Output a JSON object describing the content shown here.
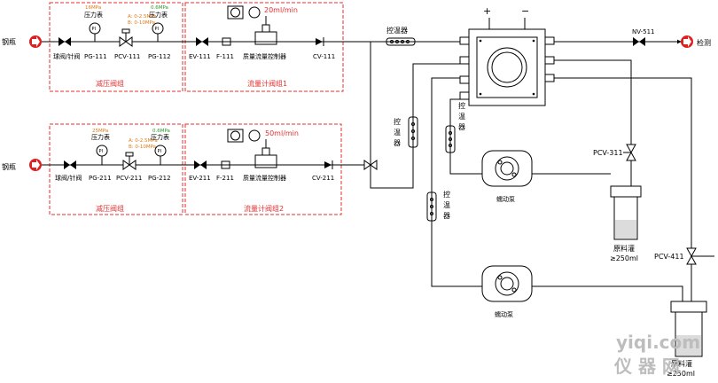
{
  "inlets": {
    "cylinder_top": "钢瓶",
    "cylinder_bottom": "钢瓶",
    "outlet": "检测"
  },
  "group1": {
    "box_pressure": "减压阀组",
    "box_flow": "流量计阀组1",
    "gauge_title": "压力表",
    "gauge_tag": "PI",
    "range_1": "16MPa",
    "range_2": "0.6MPa",
    "range_a": "A: 0-2.5MPa",
    "range_b": "B: 0-10MPa",
    "flow_value": "20ml/min",
    "labels": [
      "球阀/针阀",
      "PG-111",
      "PCV-111",
      "PG-112",
      "EV-111",
      "F-111",
      "质量流量控制器",
      "CV-111"
    ]
  },
  "group2": {
    "box_pressure": "减压阀组",
    "box_flow": "流量计阀组2",
    "gauge_title": "压力表",
    "gauge_tag": "PI",
    "range_1": "25MPa",
    "range_2": "0.6MPa",
    "range_a": "A: 0-2.5MPa",
    "range_b": "B: 0-10MPa",
    "flow_value": "50ml/min",
    "labels": [
      "球阀/针阀",
      "PG-211",
      "PCV-211",
      "PG-212",
      "EV-211",
      "F-211",
      "质量流量控制器",
      "CV-211"
    ]
  },
  "right": {
    "heater_top": "控温器",
    "heater_v1": [
      "控",
      "温",
      "器"
    ],
    "heater_v2": [
      "控",
      "温",
      "器"
    ],
    "heater_v3": [
      "控",
      "温",
      "器"
    ],
    "plus": "+",
    "minus": "−",
    "nv": "NV-511",
    "pcv311": "PCV-311",
    "pcv411": "PCV-411",
    "pump1": "蠕动泵",
    "pump2": "蠕动泵",
    "tank1": "原料灌",
    "tank1_cap": "≥250ml",
    "tank2": "原料灌",
    "tank2_cap": "≥250ml"
  },
  "watermark": {
    "line1": "yiqi.com",
    "line2": "仪 器 网"
  }
}
